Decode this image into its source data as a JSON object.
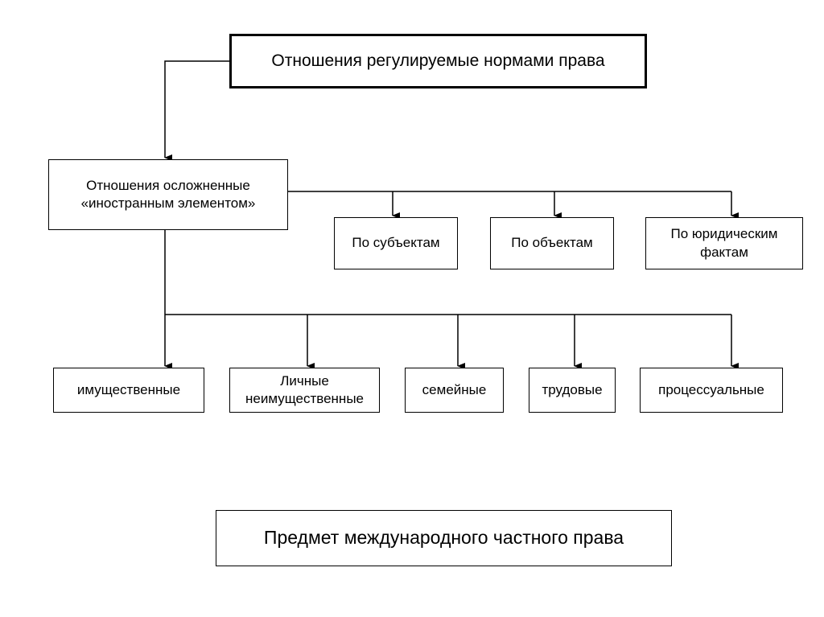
{
  "diagram": {
    "top_node": "Отношения регулируемые нормами права",
    "complicated_node": "Отношения осложненные\n«иностранным элементом»",
    "criteria": [
      "По субъектам",
      "По объектам",
      "По юридическим\nфактам"
    ],
    "types": [
      "имущественные",
      "Личные\nнеимущественные",
      "семейные",
      "трудовые",
      "процессуальные"
    ],
    "subject_matter": "Предмет международного частного права"
  },
  "colors": {
    "line": "#000000",
    "background": "#ffffff"
  }
}
